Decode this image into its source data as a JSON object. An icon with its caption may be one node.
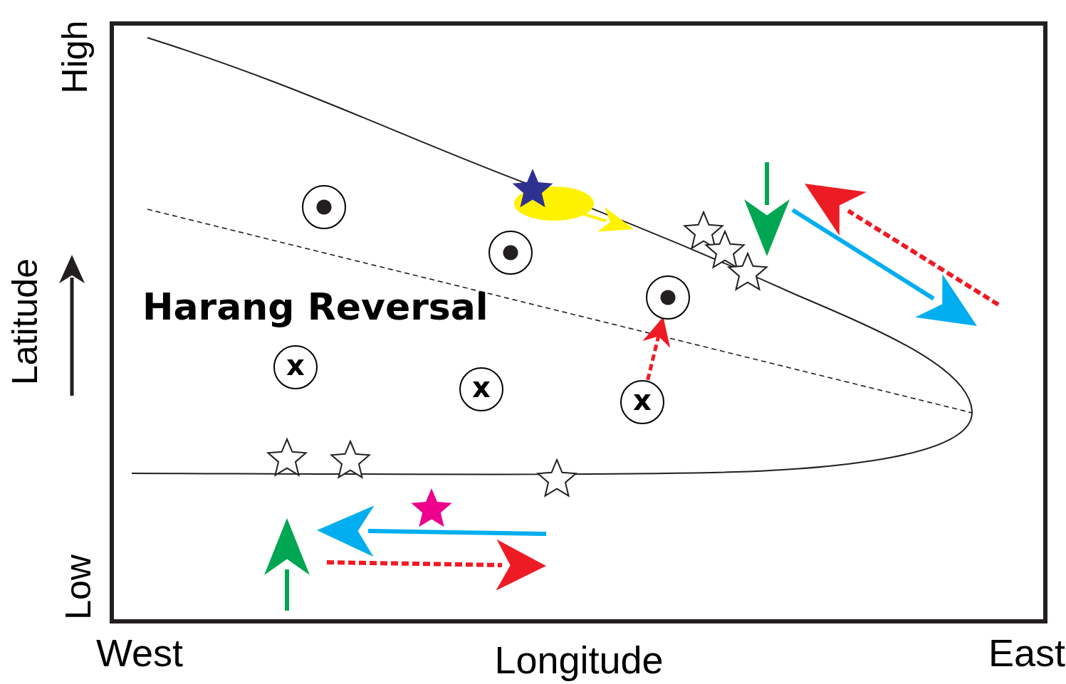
{
  "diagram": {
    "nodes": [
      {
        "text": [],
        "shape": "circle"
      },
      {
        "text": [
          "x"
        ]
      },
      {
        "text": [
          "x"
        ]
      },
      {
        "text": [],
        "shape": "circle"
      },
      {
        "text": [
          "x"
        ]
      },
      {
        "text": [],
        "shape": "circle"
      }
    ],
    "edges": [
      {
        "from": 4,
        "to": 5,
        "arrow": "to",
        "style": "dashed",
        "color": "#ed1c24"
      }
    ],
    "labels": [
      "High",
      "Latitude",
      "Low",
      "Harang Reversal",
      "West",
      "Longitude",
      "East"
    ]
  }
}
